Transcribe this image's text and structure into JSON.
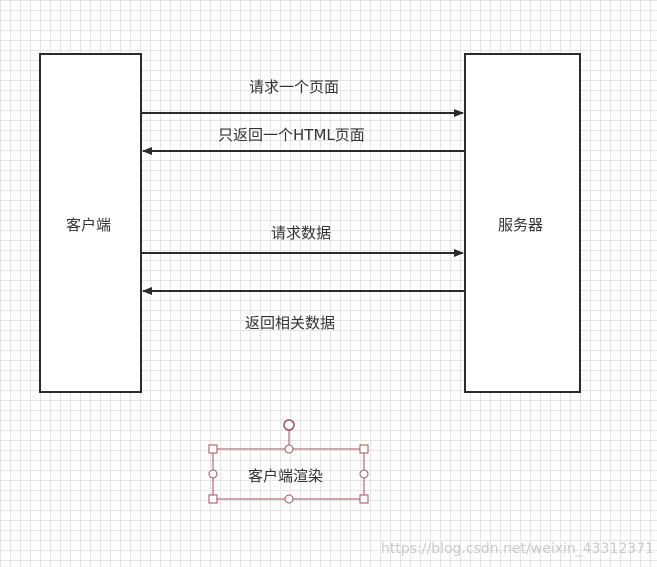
{
  "diagram": {
    "client_label": "客户端",
    "server_label": "服务器",
    "arrows": [
      {
        "label": "请求一个页面",
        "direction": "client-to-server"
      },
      {
        "label": "只返回一个HTML页面",
        "direction": "server-to-client"
      },
      {
        "label": "请求数据",
        "direction": "client-to-server"
      },
      {
        "label": "返回相关数据",
        "direction": "server-to-client"
      }
    ],
    "selected_shape_label": "客户端渲染"
  },
  "watermark": "https://blog.csdn.net/weixin_43312371",
  "colors": {
    "stroke": "#2b2b2b",
    "selection": "#a0525a",
    "grid": "#e4e4e4",
    "text": "#333333"
  }
}
